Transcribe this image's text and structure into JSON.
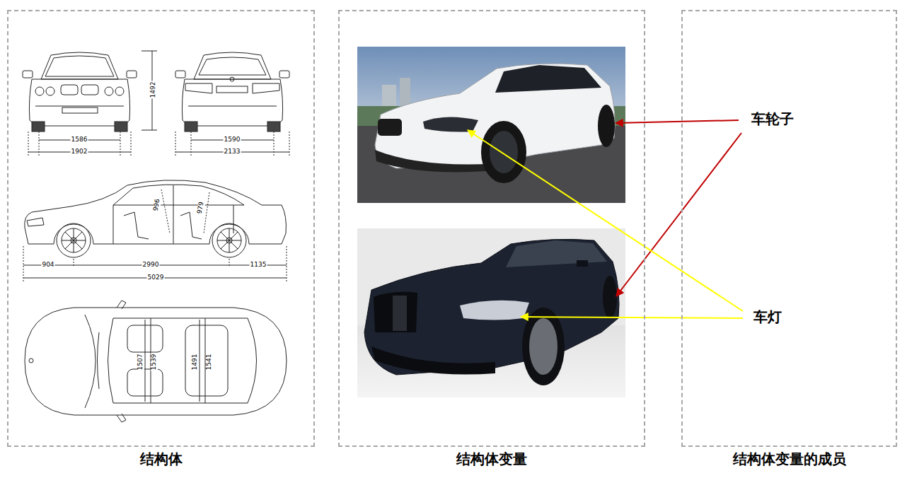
{
  "diagram": {
    "nodes": [
      {
        "text": [
          "结构体"
        ]
      },
      {
        "text": [
          "结构体变量"
        ]
      },
      {
        "text": [
          "结构体变量的成员"
        ]
      }
    ],
    "labels": [
      "1492",
      "1586",
      "1902",
      "1590",
      "2133",
      "996",
      "979",
      "904",
      "2990",
      "1135",
      "5029",
      "1507",
      "1539",
      "1491",
      "1541",
      "车轮子",
      "车灯"
    ]
  }
}
